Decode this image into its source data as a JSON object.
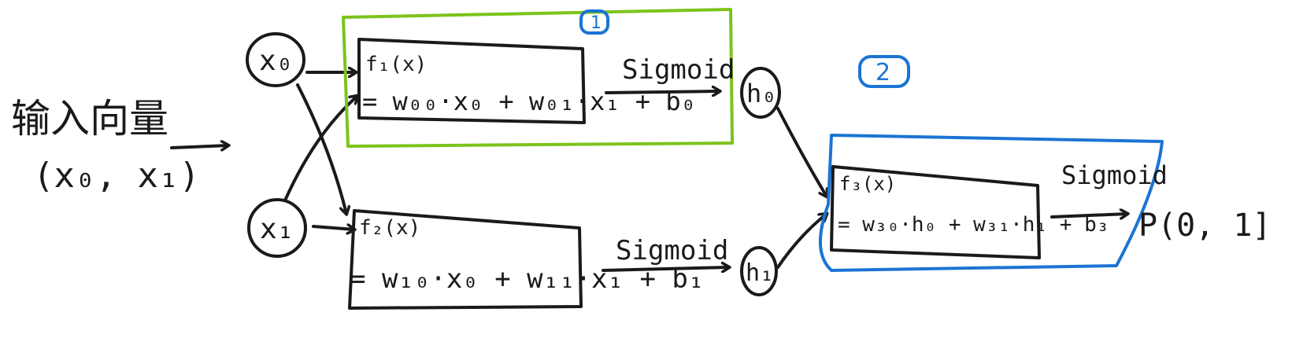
{
  "input": {
    "title": "输入向量",
    "vector": "(x₀, x₁)"
  },
  "nodes": {
    "x0": "x₀",
    "x1": "x₁",
    "h0": "h₀",
    "h1": "h₁"
  },
  "boxes": {
    "f1": {
      "name": "f₁(x)",
      "formula": "= w₀₀·x₀ + w₀₁·x₁ + b₀"
    },
    "f2": {
      "name": "f₂(x)",
      "formula": "= w₁₀·x₀ + w₁₁·x₁ + b₁"
    },
    "f3": {
      "name": "f₃(x)",
      "formula": "= w₃₀·h₀ + w₃₁·h₁ + b₃"
    }
  },
  "activations": {
    "a1": "Sigmoid",
    "a2": "Sigmoid",
    "a3": "Sigmoid"
  },
  "output": "P(0, 1]",
  "groups": {
    "g1": {
      "number": "1",
      "color": "#7cc31c"
    },
    "g2": {
      "number": "2",
      "color": "#1b74d4"
    }
  }
}
